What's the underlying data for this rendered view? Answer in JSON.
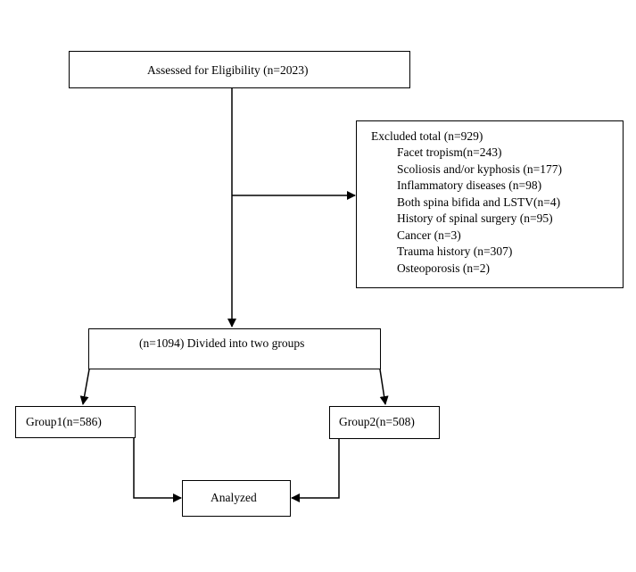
{
  "assessed": "Assessed for Eligibility (n=2023)",
  "excluded": {
    "title": "Excluded total (n=929)",
    "items": [
      "Facet tropism(n=243)",
      "Scoliosis and/or kyphosis (n=177)",
      "Inflammatory diseases (n=98)",
      "Both spina bifida and LSTV(n=4)",
      "History of spinal surgery (n=95)",
      "Cancer (n=3)",
      "Trauma history (n=307)",
      "Osteoporosis (n=2)"
    ]
  },
  "divided": "(n=1094) Divided into two groups",
  "group1": "Group1(n=586)",
  "group2": "Group2(n=508)",
  "analyzed": "Analyzed"
}
